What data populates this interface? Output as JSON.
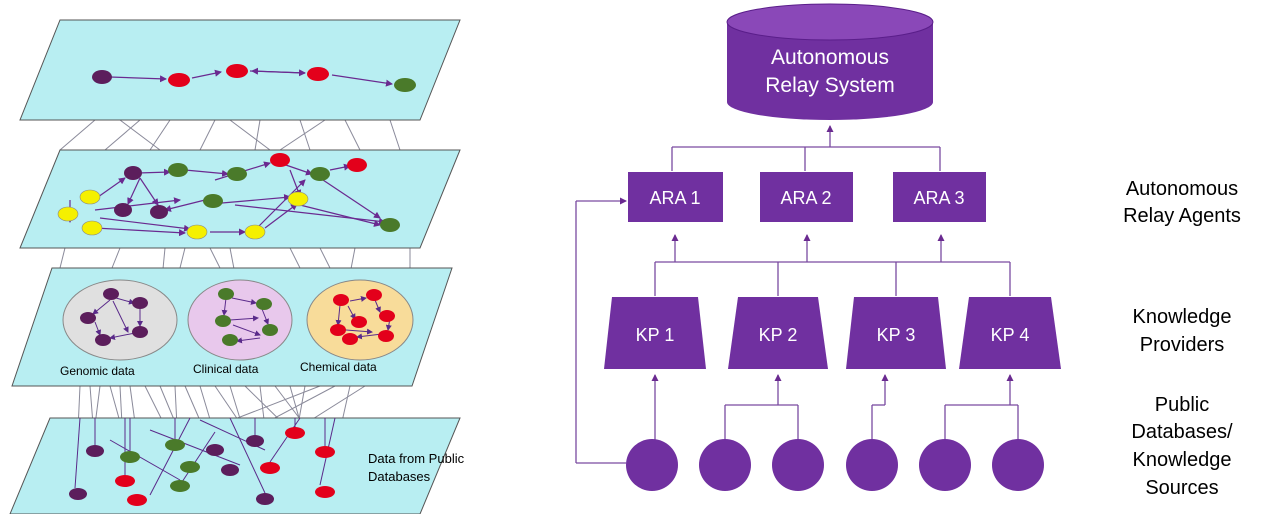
{
  "left_panel": {
    "layers": [
      {
        "id": "top"
      },
      {
        "id": "network"
      },
      {
        "id": "data-types",
        "groups": [
          {
            "label": "Genomic data"
          },
          {
            "label": "Clinical data"
          },
          {
            "label": "Chemical data"
          }
        ]
      },
      {
        "id": "public",
        "label_line1": "Data from Public",
        "label_line2": "Databases"
      }
    ]
  },
  "right_panel": {
    "relay_system": {
      "line1": "Autonomous",
      "line2": "Relay System"
    },
    "aras": [
      "ARA 1",
      "ARA 2",
      "ARA 3"
    ],
    "kps": [
      "KP 1",
      "KP 2",
      "KP 3",
      "KP 4"
    ],
    "source_count": 6,
    "legend": {
      "ara": [
        "Autonomous",
        "Relay Agents"
      ],
      "kp": [
        "Knowledge",
        "Providers"
      ],
      "sources": [
        "Public",
        "Databases/",
        "Knowledge",
        "Sources"
      ]
    }
  },
  "colors": {
    "layer_fill": "#b8eef2",
    "purple_box": "#7030a0",
    "node_purple": "#5c1e5c",
    "node_red": "#e3001b",
    "node_green": "#4a7a2a",
    "node_yellow": "#f5f000",
    "genomic_fill": "#e0e0e0",
    "clinical_fill": "#e8c8ec",
    "chemical_fill": "#f8dc9a"
  }
}
